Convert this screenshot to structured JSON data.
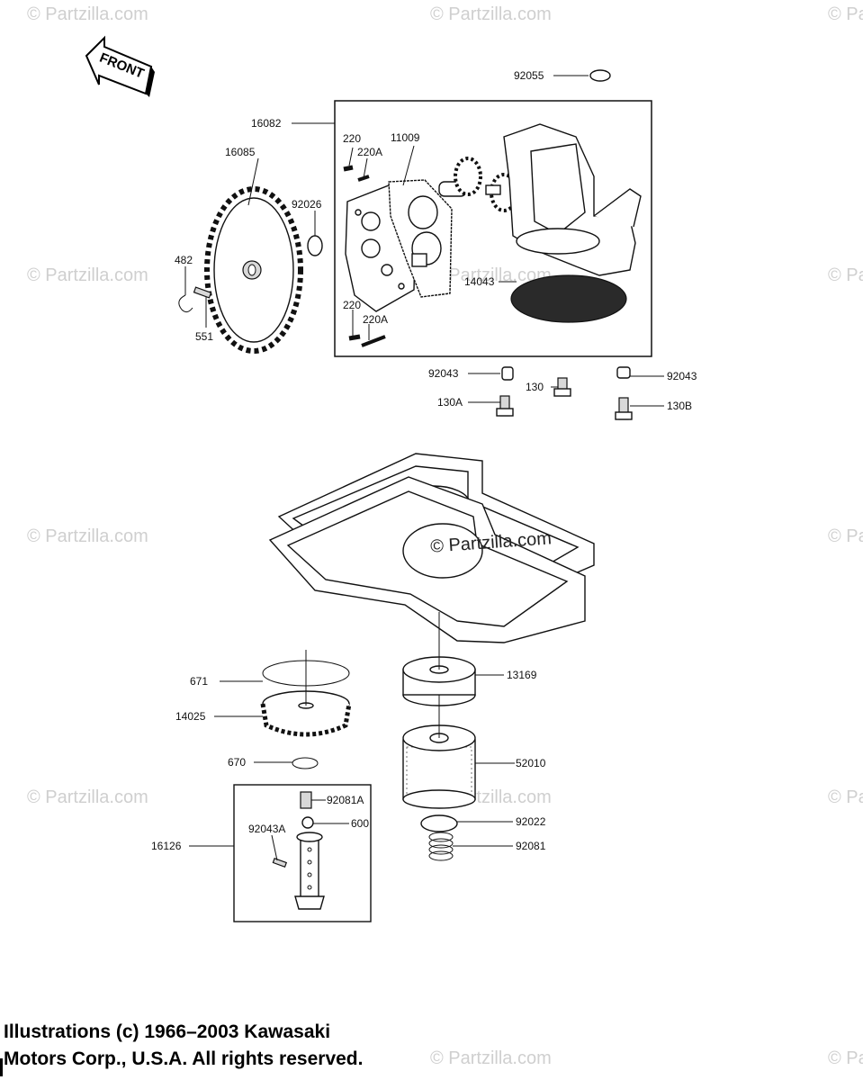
{
  "watermark_text": "© Partzilla.com",
  "center_watermark_text": "© Partzilla.com",
  "front_label": "FRONT",
  "callouts": {
    "p92055": "92055",
    "p16082": "16082",
    "p220_top": "220",
    "p220A_top": "220A",
    "p11009": "11009",
    "p16085": "16085",
    "p92026": "92026",
    "p482": "482",
    "p551": "551",
    "p14043": "14043",
    "p220_bot": "220",
    "p220A_bot": "220A",
    "p92043_left": "92043",
    "p130A": "130A",
    "p130": "130",
    "p92043_right": "92043",
    "p130B": "130B",
    "p671": "671",
    "p14025": "14025",
    "p13169": "13169",
    "p52010": "52010",
    "p670": "670",
    "p92081A": "92081A",
    "p92043A": "92043A",
    "p600": "600",
    "p16126": "16126",
    "p92022": "92022",
    "p92081": "92081"
  },
  "copyright": {
    "line1": "Illustrations (c) 1966–2003 Kawasaki",
    "line2": "Motors Corp., U.S.A.  All rights reserved."
  }
}
